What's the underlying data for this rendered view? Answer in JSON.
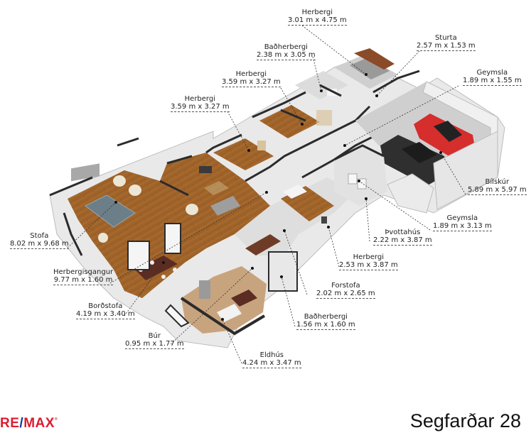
{
  "floorplan": {
    "address": "Segfarðar 28",
    "brand": {
      "left": "RE",
      "slash": "/",
      "right": "MAX",
      "mark": "®"
    },
    "colors": {
      "wood_floor": "#a0642a",
      "tile_floor": "#c8a47e",
      "concrete_floor": "#c9c9c9",
      "wall_top": "#2b2b2b",
      "wall_face": "#f2f2f2",
      "wall_side": "#d9d9d9",
      "brand_red": "#dc1c2e",
      "brand_blue": "#003da5"
    },
    "rooms": [
      {
        "id": "herbergi-1",
        "name": "Herbergi",
        "dims": "3.01 m x 4.75 m"
      },
      {
        "id": "badherbergi-1",
        "name": "Baðherbergi",
        "dims": "2.38 m x 3.05 m"
      },
      {
        "id": "sturta",
        "name": "Sturta",
        "dims": "2.57 m x 1.53 m"
      },
      {
        "id": "herbergi-2",
        "name": "Herbergi",
        "dims": "3.59 m x 3.27 m"
      },
      {
        "id": "geymsla-1",
        "name": "Geymsla",
        "dims": "1.89 m x 1.55 m"
      },
      {
        "id": "herbergi-3",
        "name": "Herbergi",
        "dims": "3.59 m x 3.27 m"
      },
      {
        "id": "bilskur",
        "name": "Bílskúr",
        "dims": "5.89 m x 5.97 m"
      },
      {
        "id": "geymsla-2",
        "name": "Geymsla",
        "dims": "1.89 m x 3.13 m"
      },
      {
        "id": "stofa",
        "name": "Stofa",
        "dims": "8.02 m x 9.68 m"
      },
      {
        "id": "thvottahus",
        "name": "Þvottahús",
        "dims": "2.22 m x 3.87 m"
      },
      {
        "id": "herbergi-4",
        "name": "Herbergi",
        "dims": "2.53 m x 3.87 m"
      },
      {
        "id": "herbergisgangur",
        "name": "Herbergisgangur",
        "dims": "9.77 m x 1.60 m"
      },
      {
        "id": "forstofa",
        "name": "Forstofa",
        "dims": "2.02 m x 2.65 m"
      },
      {
        "id": "bordstofa",
        "name": "Borðstofa",
        "dims": "4.19 m x 3.40 m"
      },
      {
        "id": "badherbergi-2",
        "name": "Baðherbergi",
        "dims": "1.56 m x 1.60 m"
      },
      {
        "id": "bur",
        "name": "Búr",
        "dims": "0.95 m x 1.77 m"
      },
      {
        "id": "eldhus",
        "name": "Eldhús",
        "dims": "4.24 m x 3.47 m"
      }
    ]
  }
}
